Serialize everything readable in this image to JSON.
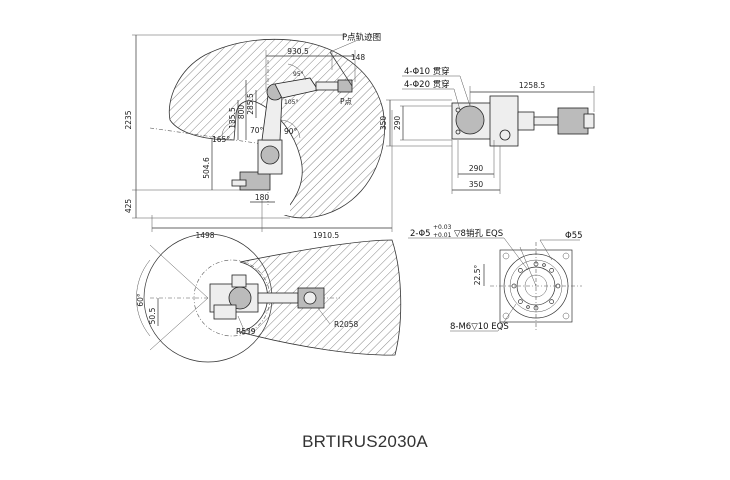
{
  "model_name": "BRTIRUS2030A",
  "side_view": {
    "title": "P点轨迹图",
    "point_label": "P点",
    "dims": {
      "total_height": "2235",
      "base_height": "425",
      "reach_back": "1498",
      "reach_front": "1910.5",
      "top_reach": "930.5",
      "wrist_offset": "148",
      "arm_285": "285.5",
      "arm_135": "135.5",
      "arm_800": "800",
      "base_504": "504.6",
      "base_180": "180",
      "angle_165": "165°",
      "angle_70": "70°",
      "angle_90": "90°",
      "angle_105": "105°",
      "angle_95": "95°"
    }
  },
  "top_view": {
    "dims": {
      "angle_60": "60°",
      "offset_50": "50.5",
      "radius_539": "R539",
      "radius_2058": "R2058"
    }
  },
  "base_view": {
    "hole_note_1": "4-Φ10 贯穿",
    "hole_note_2": "4-Φ20 贯穿",
    "dims": {
      "length": "1258.5",
      "depth_350": "350",
      "depth_290": "290",
      "width_290": "290",
      "width_350": "350"
    }
  },
  "flange_view": {
    "pin_note": "2-Φ5",
    "pin_tol_upper": "+0.03",
    "pin_tol_lower": "+0.01",
    "pin_note_rest": "▽8销孔 EQS",
    "thread_note": "8-M6▽10 EQS",
    "dia_55": "Φ55",
    "angle_22": "22.5°"
  }
}
